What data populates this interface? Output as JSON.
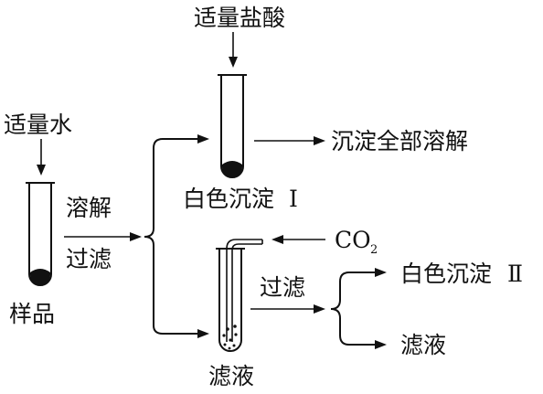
{
  "labels": {
    "water": "适量水",
    "sample": "样品",
    "dissolve": "溶解",
    "filter_1": "过滤",
    "acid": "适量盐酸",
    "precipitate_1": "白色沉淀",
    "precipitate_1_numeral": "Ⅰ",
    "all_dissolved": "沉淀全部溶解",
    "co2": "CO",
    "co2_subscript": "2",
    "filtrate_1": "滤液",
    "filter_2": "过滤",
    "precipitate_2": "白色沉淀",
    "precipitate_2_numeral": "Ⅱ",
    "filtrate_2": "滤液"
  }
}
